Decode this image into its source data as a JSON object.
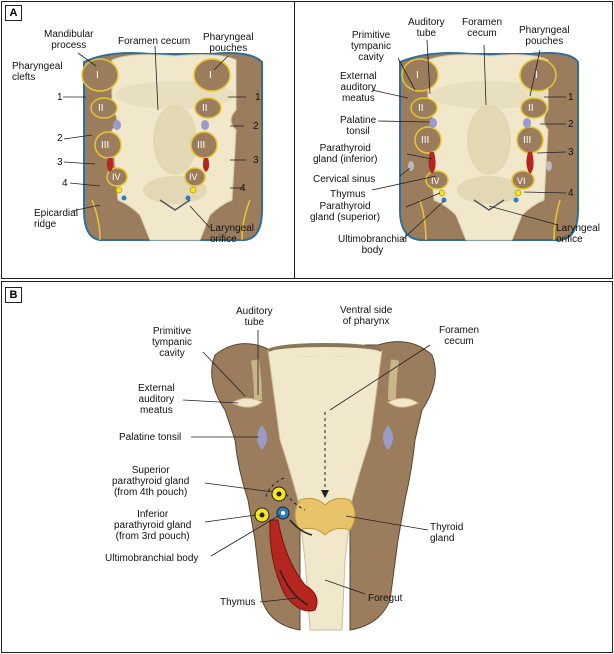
{
  "panel_a": {
    "tag": "A",
    "left": {
      "mandibular_process": "Mandibular\nprocess",
      "foramen_cecum": "Foramen cecum",
      "pharyngeal_pouches": "Pharyngeal\npouches",
      "pharyngeal_clefts": "Pharyngeal\nclefts",
      "epicardial_ridge": "Epicardial\nridge",
      "laryngeal_orifice": "Laryngeal\norifice",
      "numbers": [
        "1",
        "2",
        "3",
        "4",
        "1",
        "2",
        "3",
        "4"
      ],
      "arches": [
        "I",
        "II",
        "III",
        "IV",
        "I",
        "II",
        "III",
        "IV"
      ]
    },
    "right": {
      "primitive_tympanic_cavity": "Primitive\ntympanic\ncavity",
      "auditory_tube": "Auditory\ntube",
      "foramen_cecum": "Foramen\ncecum",
      "pharyngeal_pouches": "Pharyngeal\npouches",
      "external_auditory_meatus": "External\nauditory\nmeatus",
      "palatine_tonsil": "Palatine\ntonsil",
      "parathyroid_inferior": "Parathyroid\ngland (inferior)",
      "cervical_sinus": "Cervical sinus",
      "thymus": "Thymus",
      "parathyroid_superior": "Parathyroid\ngland (superior)",
      "ultimobranchial_body": "Ultimobranchial\nbody",
      "laryngeal_orifice": "Laryngeal\norifice",
      "numbers": [
        "1",
        "2",
        "3",
        "4"
      ],
      "arches": [
        "I",
        "II",
        "III",
        "IV",
        "I",
        "II",
        "III",
        "VI"
      ]
    }
  },
  "panel_b": {
    "tag": "B",
    "auditory_tube": "Auditory\ntube",
    "ventral_side": "Ventral side\nof pharynx",
    "primitive_tympanic_cavity": "Primitive\ntympanic\ncavity",
    "foramen_cecum": "Foramen\ncecum",
    "external_auditory_meatus": "External\nauditory\nmeatus",
    "palatine_tonsil": "Palatine tonsil",
    "superior_parathyroid": "Superior\nparathyroid gland\n(from 4th pouch)",
    "inferior_parathyroid": "Inferior\nparathyroid gland\n(from 3rd pouch)",
    "ultimobranchial_body": "Ultimobranchial body",
    "thyroid_gland": "Thyroid\ngland",
    "thymus": "Thymus",
    "foregut": "Foregut"
  },
  "colors": {
    "tissue_brown": "#9b7d5e",
    "pharynx_cream": "#f1e8cc",
    "outline_blue": "#2f6f9a",
    "outline_yellow": "#e7c62f",
    "thymus_red": "#b5261e",
    "tonsil_purple": "#9a9cc8",
    "ultimobranchial_blue": "#2d7fc0",
    "parathyroid_yellow": "#f6e51a",
    "thyroid_gold": "#e8c36a"
  }
}
